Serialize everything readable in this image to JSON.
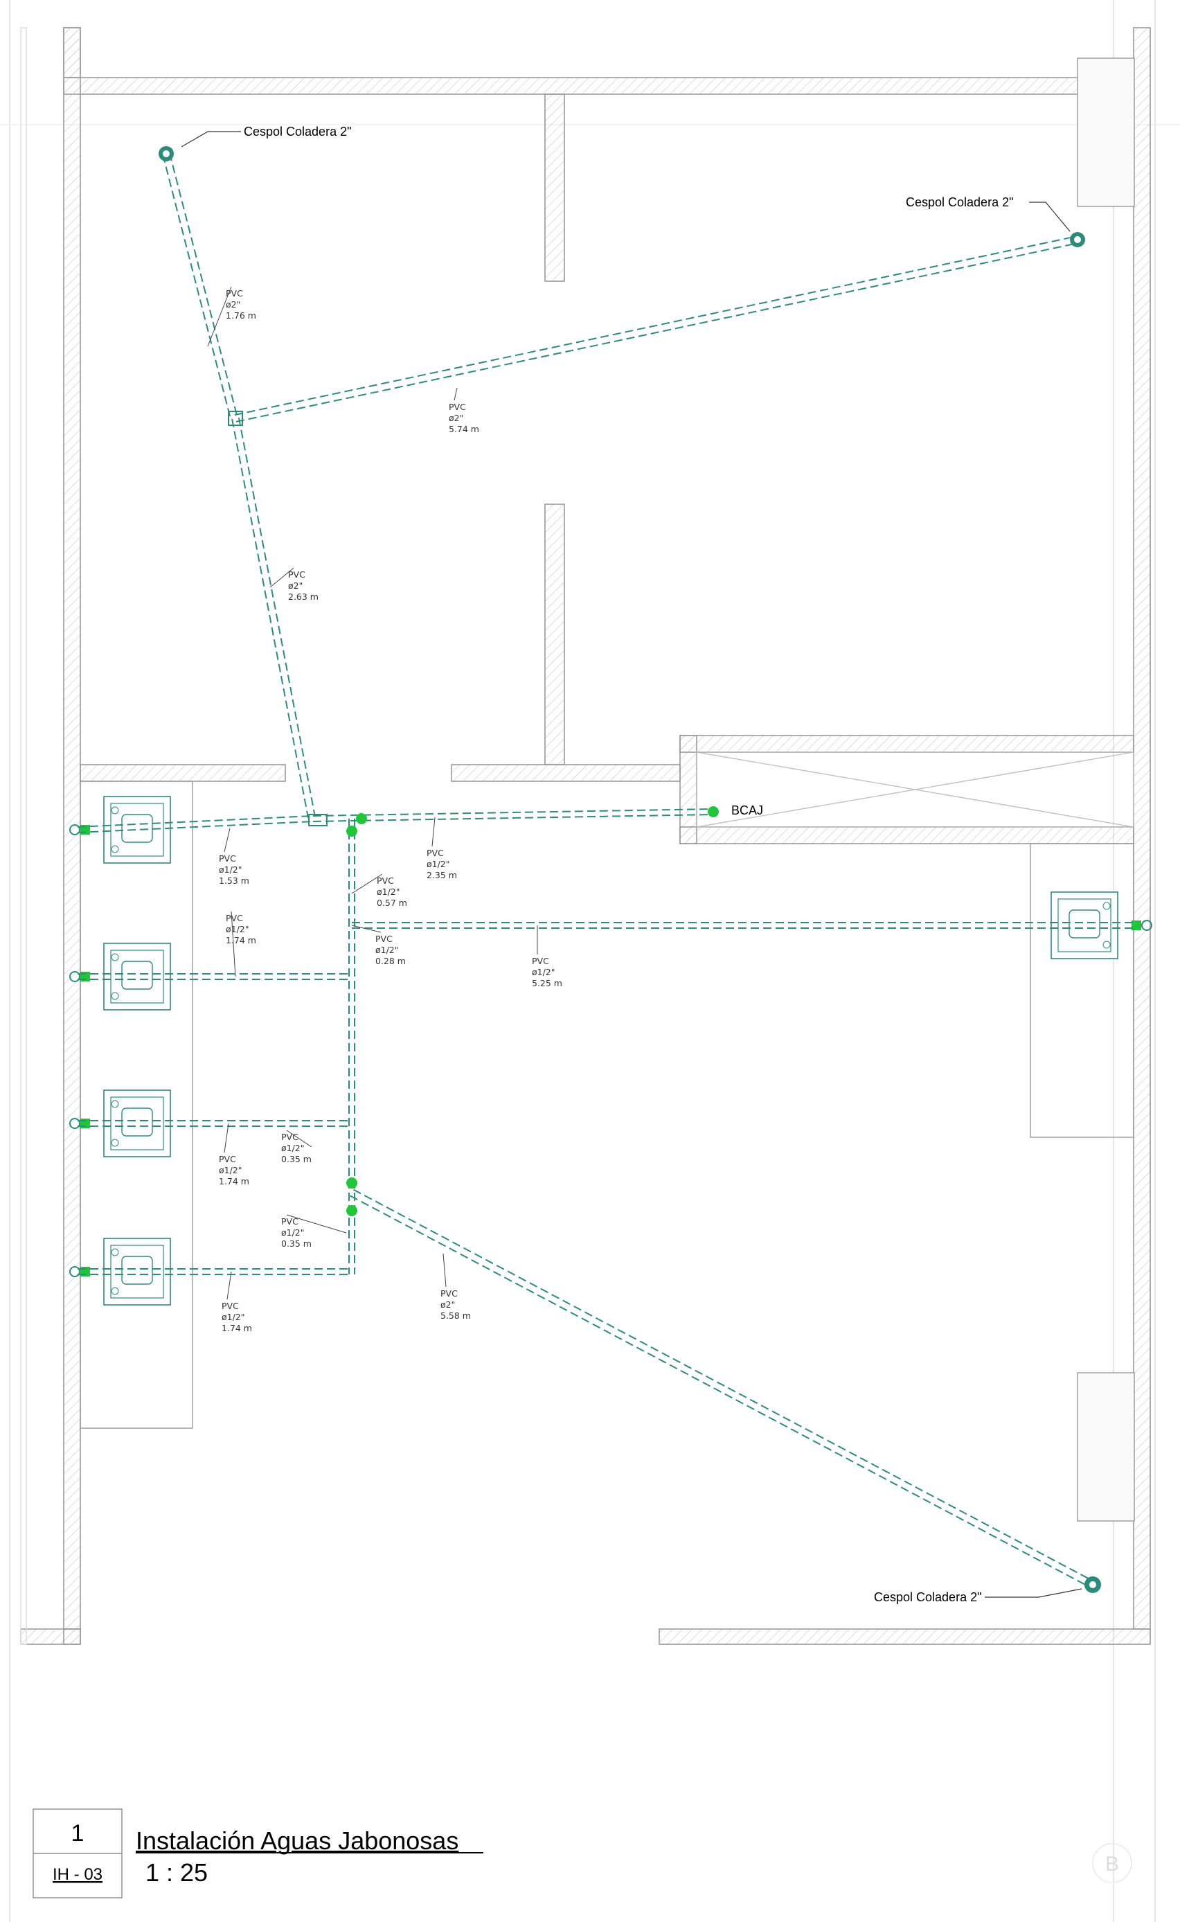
{
  "callouts": {
    "trap_top_left": "Cespol Coladera 2\"",
    "trap_top_right": "Cespol Coladera 2\"",
    "trap_bottom_right": "Cespol Coladera 2\"",
    "bcaj": "BCAJ"
  },
  "pipe_tags": [
    {
      "id": "t1",
      "material": "PVC",
      "diameter": "ø2\"",
      "length": "1.76 m"
    },
    {
      "id": "t2",
      "material": "PVC",
      "diameter": "ø2\"",
      "length": "5.74 m"
    },
    {
      "id": "t3",
      "material": "PVC",
      "diameter": "ø2\"",
      "length": "2.63 m"
    },
    {
      "id": "t4",
      "material": "PVC",
      "diameter": "ø1/2\"",
      "length": "1.53 m"
    },
    {
      "id": "t5",
      "material": "PVC",
      "diameter": "ø1/2\"",
      "length": "2.35 m"
    },
    {
      "id": "t6",
      "material": "PVC",
      "diameter": "ø1/2\"",
      "length": "0.57 m"
    },
    {
      "id": "t7",
      "material": "PVC",
      "diameter": "ø1/2\"",
      "length": "1.74 m"
    },
    {
      "id": "t8",
      "material": "PVC",
      "diameter": "ø1/2\"",
      "length": "0.28 m"
    },
    {
      "id": "t9",
      "material": "PVC",
      "diameter": "ø1/2\"",
      "length": "5.25 m"
    },
    {
      "id": "t10",
      "material": "PVC",
      "diameter": "ø1/2\"",
      "length": "0.35 m"
    },
    {
      "id": "t11",
      "material": "PVC",
      "diameter": "ø1/2\"",
      "length": "1.74 m"
    },
    {
      "id": "t12",
      "material": "PVC",
      "diameter": "ø1/2\"",
      "length": "0.35 m"
    },
    {
      "id": "t13",
      "material": "PVC",
      "diameter": "ø2\"",
      "length": "5.58 m"
    },
    {
      "id": "t14",
      "material": "PVC",
      "diameter": "ø1/2\"",
      "length": "1.74 m"
    }
  ],
  "title_block": {
    "view_number": "1",
    "sheet_ref": "IH - 03",
    "title": "Instalación  Aguas Jabonosas",
    "scale": "1 : 25",
    "corner_mark": "B"
  },
  "colors": {
    "pipe": "#2e8b7a",
    "fitting_green": "#22c43a",
    "wall_line": "#9a9a9a",
    "hatch": "#c8c8c8"
  }
}
